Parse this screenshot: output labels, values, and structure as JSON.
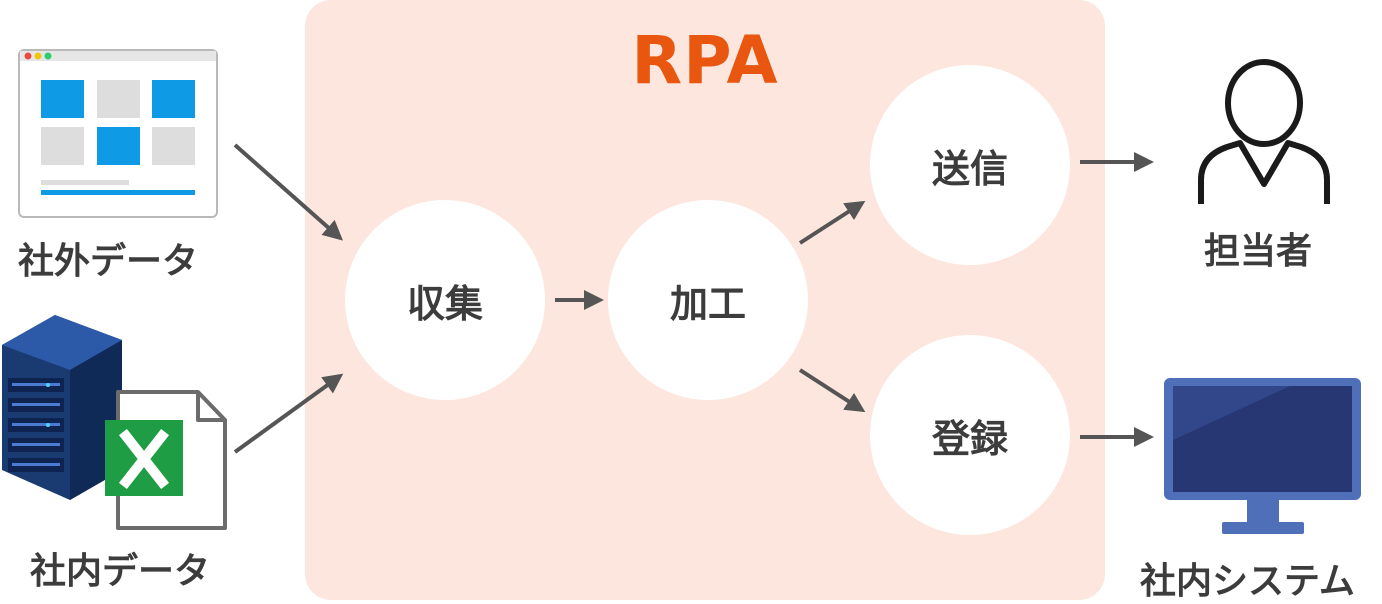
{
  "rpa": {
    "title": "RPA"
  },
  "nodes": {
    "collect": "収集",
    "process": "加工",
    "send": "送信",
    "register": "登録"
  },
  "sources": {
    "external": "社外データ",
    "internal": "社内データ"
  },
  "targets": {
    "person": "担当者",
    "system": "社内システム"
  },
  "colors": {
    "accent": "#e8560f",
    "panel": "#fde6de",
    "arrow": "#555555",
    "excel_green": "#1f9d45",
    "server_blue": "#1d3f7a",
    "monitor_blue": "#4f6fb8"
  },
  "icons": {
    "external": "browser-window-icon",
    "internal": "server-and-excel-icon",
    "person": "person-icon",
    "system": "monitor-icon"
  }
}
